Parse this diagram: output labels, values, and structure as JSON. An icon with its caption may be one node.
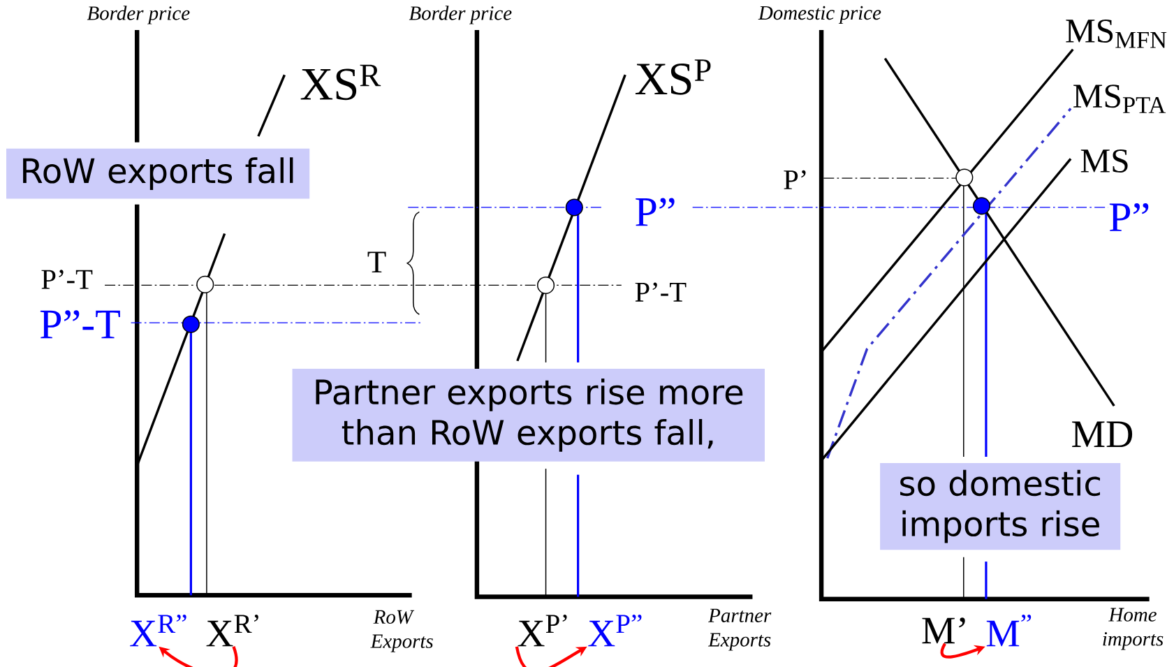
{
  "diagram": {
    "nodes": [
      {
        "text": [
          "RoW exports fall"
        ]
      },
      {
        "text": [
          "Partner exports rise more than RoW exports fall,"
        ]
      },
      {
        "text": [
          "so domestic imports rise"
        ]
      },
      {
        "text": [
          "X$^{R”}$"
        ]
      },
      {
        "text": [
          "X$^{R’}$"
        ]
      },
      {
        "text": [
          "X$^{P’}$"
        ]
      },
      {
        "text": [
          "X$^{P”}$"
        ]
      },
      {
        "text": [
          "M’"
        ]
      },
      {
        "text": [
          "M$^{”}$"
        ]
      }
    ],
    "edges": [
      {
        "from": 4,
        "to": 3,
        "arrow": "to"
      },
      {
        "from": 5,
        "to": 6,
        "arrow": "to"
      },
      {
        "from": 7,
        "to": 8,
        "arrow": "to"
      }
    ],
    "labels": [
      "Border price",
      "XS$^{R}$",
      "P’-T",
      "P”-T",
      "T",
      "Border price",
      "XS$^{P}$",
      "P”",
      "P’-T",
      "Domestic price",
      "MS$_{MFN}$",
      "MS$_{PTA}$",
      "MS",
      "P’",
      "P”",
      "MD",
      "RoW Exports",
      "Partner Exports",
      "Home imports"
    ]
  }
}
